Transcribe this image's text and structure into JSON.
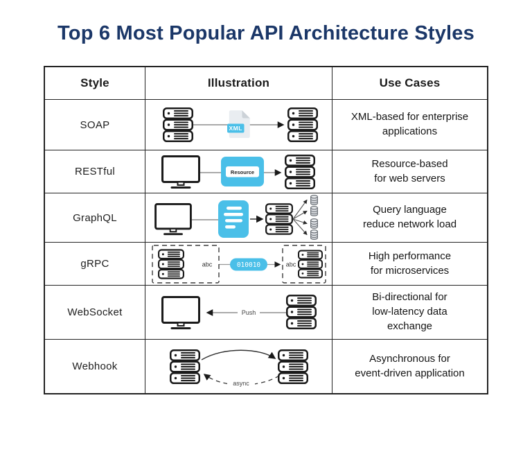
{
  "page": {
    "title": "Top 6 Most Popular API Architecture Styles"
  },
  "colors": {
    "title": "#1b3768",
    "accent": "#4abfe8",
    "border": "#222222",
    "ink": "#1a1a1a"
  },
  "icons": {
    "server": "server-rack-icon",
    "client": "monitor-icon",
    "database": "database-icon",
    "file": "xml-file-icon",
    "query_document": "query-document-icon",
    "arrow": "arrow-icon"
  },
  "table": {
    "headers": [
      "Style",
      "Illustration",
      "Use Cases"
    ],
    "rows": [
      {
        "style": "SOAP",
        "use_case": "XML-based for enterprise\napplications",
        "illustration": {
          "file_badge": "XML"
        }
      },
      {
        "style": "RESTful",
        "use_case": "Resource-based\nfor web servers",
        "illustration": {
          "box_label": "Resource"
        }
      },
      {
        "style": "GraphQL",
        "use_case": "Query language\nreduce network load",
        "illustration": {}
      },
      {
        "style": "gRPC",
        "use_case": "High performance\nfor microservices",
        "illustration": {
          "left_label": "abc",
          "packet": "010010",
          "right_label": "abc"
        }
      },
      {
        "style": "WebSocket",
        "use_case": "Bi-directional for\nlow-latency data\nexchange",
        "illustration": {
          "arrow_label": "Push"
        }
      },
      {
        "style": "Webhook",
        "use_case": "Asynchronous for\nevent-driven application",
        "illustration": {
          "arrow_label": "async"
        }
      }
    ]
  }
}
